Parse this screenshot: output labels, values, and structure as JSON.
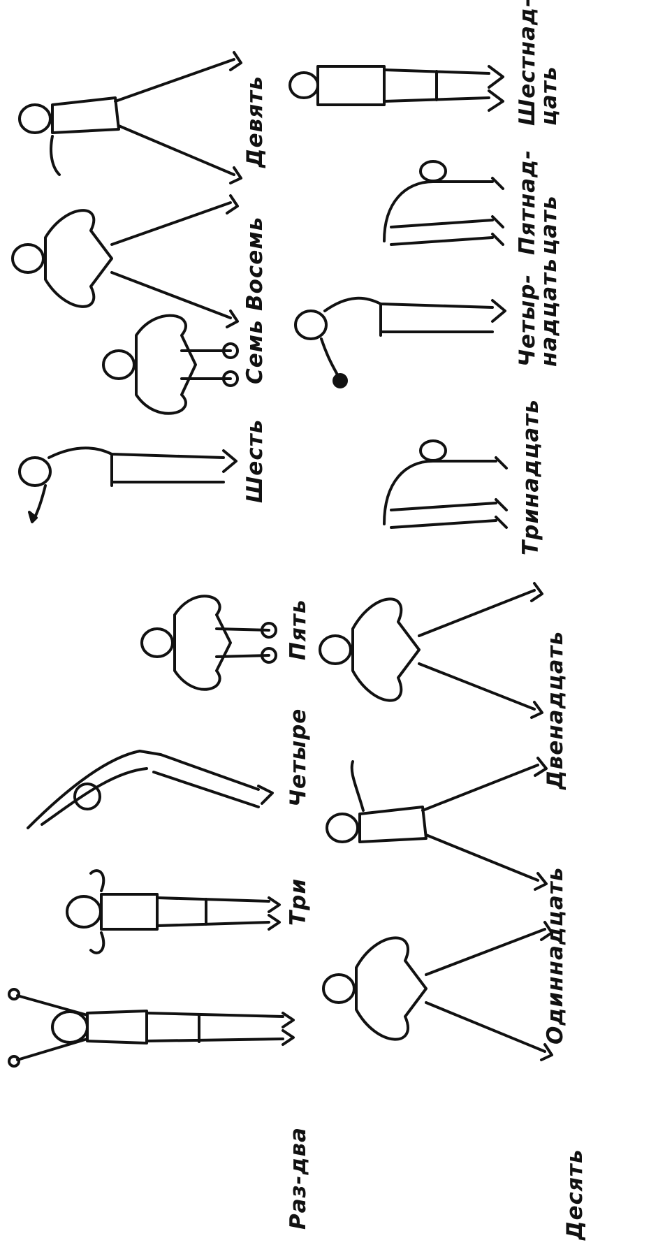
{
  "labels": {
    "raz_dva": "Раз-два",
    "tri": "Три",
    "chetyre": "Четыре",
    "pyat": "Пять",
    "shest": "Шесть",
    "sem": "Семь",
    "vosem": "Восемь",
    "devyat": "Девять",
    "desyat": "Десять",
    "odinnadtsat": "Одиннадцать",
    "dvenadtsat": "Двенадцать",
    "trinadtsat": "Тринадцать",
    "chetyrnadtsat_1": "Четыр-",
    "chetyrnadtsat_2": "надцать",
    "pyatnadtsat_1": "Пятнад-",
    "pyatnadtsat_2": "цать",
    "shestnadtsat_1": "Шестнад-",
    "shestnadtsat_2": "цать"
  },
  "colors": {
    "ink": "#111111",
    "paper": "#ffffff"
  }
}
